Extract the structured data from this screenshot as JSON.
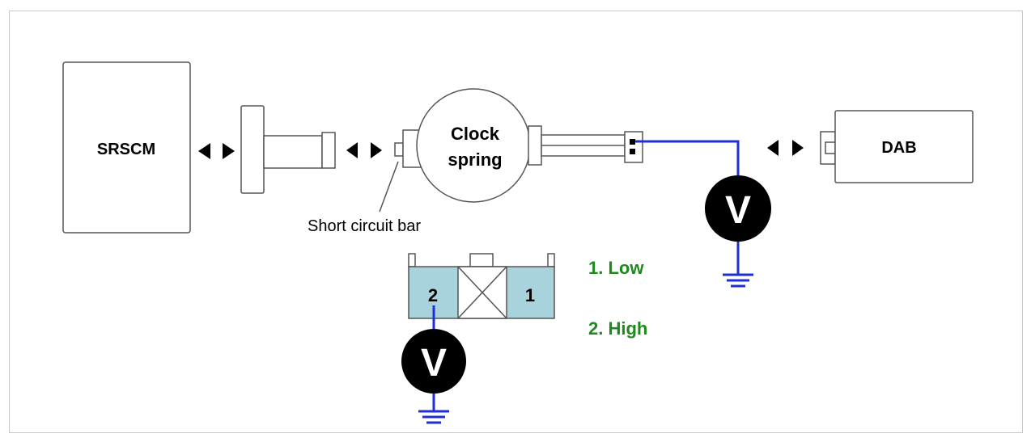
{
  "diagram": {
    "srscm_label": "SRSCM",
    "clock_spring_line1": "Clock",
    "clock_spring_line2": "spring",
    "dab_label": "DAB",
    "short_circuit_label": "Short circuit bar",
    "voltmeter_symbol": "V",
    "connector_pin_left": "2",
    "connector_pin_right": "1",
    "legend": [
      {
        "text": "1. Low"
      },
      {
        "text": "2. High"
      }
    ],
    "colors": {
      "wire": "#1f2fd6",
      "legend": "#1e8a1e",
      "connector_fill": "#a9d3dc",
      "outline": "#555555"
    }
  }
}
